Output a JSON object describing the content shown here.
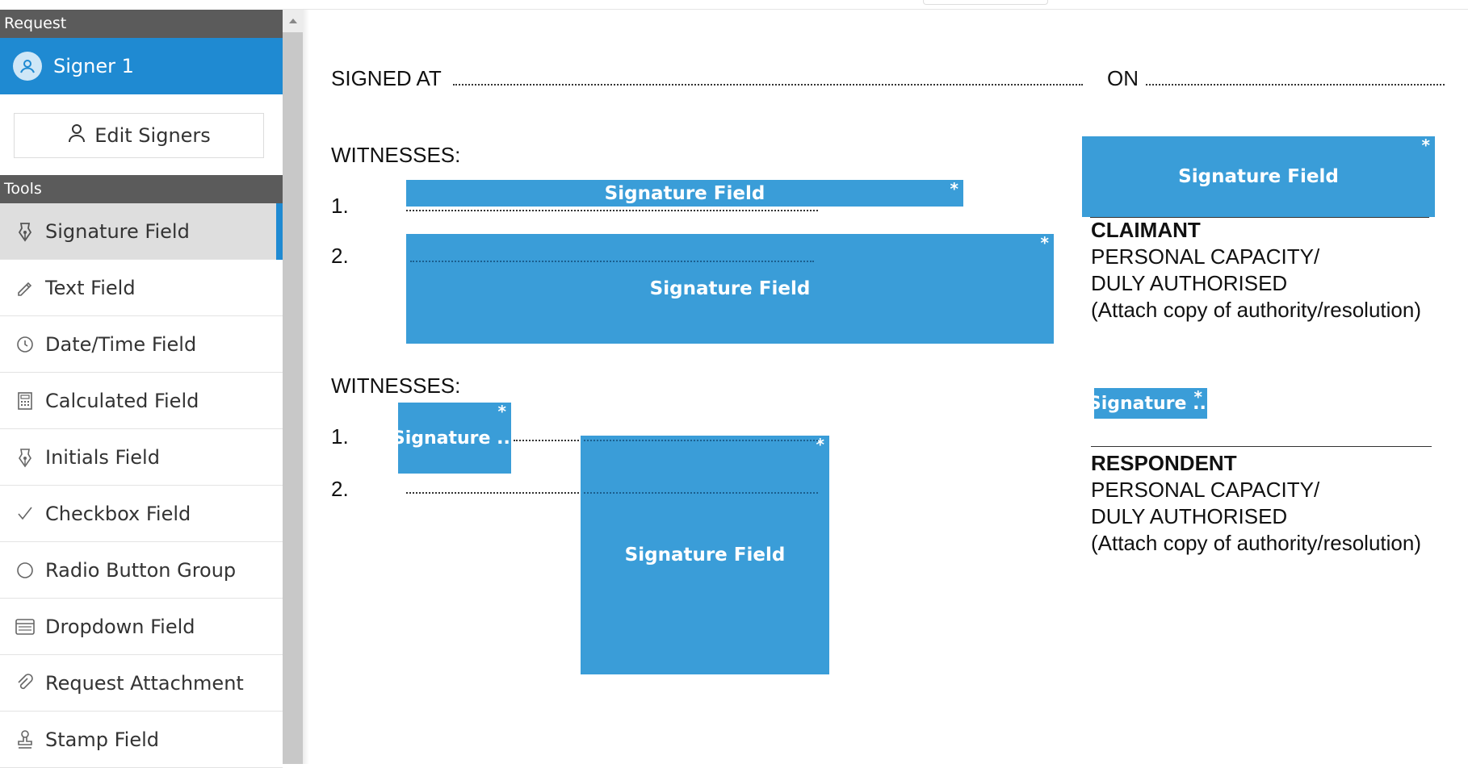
{
  "sidebar": {
    "request_header": "Request",
    "signer_label": "Signer 1",
    "edit_signers_label": "Edit Signers",
    "tools_header": "Tools",
    "tools": [
      {
        "label": "Signature Field",
        "icon": "pen-nib-icon",
        "active": true
      },
      {
        "label": "Text Field",
        "icon": "pencil-icon",
        "active": false
      },
      {
        "label": "Date/Time Field",
        "icon": "clock-icon",
        "active": false
      },
      {
        "label": "Calculated Field",
        "icon": "calculator-icon",
        "active": false
      },
      {
        "label": "Initials Field",
        "icon": "pen-nib-icon",
        "active": false
      },
      {
        "label": "Checkbox Field",
        "icon": "checkmark-icon",
        "active": false
      },
      {
        "label": "Radio Button Group",
        "icon": "radio-circle-icon",
        "active": false
      },
      {
        "label": "Dropdown Field",
        "icon": "dropdown-list-icon",
        "active": false
      },
      {
        "label": "Request Attachment",
        "icon": "paperclip-icon",
        "active": false
      },
      {
        "label": "Stamp Field",
        "icon": "stamp-icon",
        "active": false
      }
    ]
  },
  "colors": {
    "accent": "#1f8ad2",
    "field": "#3a9dd8",
    "header": "#5b5b5b"
  },
  "document": {
    "signed_at": "SIGNED AT",
    "on": "ON",
    "witnesses_1": "WITNESSES:",
    "witnesses_2": "WITNESSES:",
    "num_1a": "1.",
    "num_2a": "2.",
    "num_1b": "1.",
    "num_2b": "2.",
    "claimant": "CLAIMANT",
    "claimant_cap": "PERSONAL CAPACITY/",
    "claimant_auth": "DULY AUTHORISED",
    "claimant_attach": "(Attach copy of authority/resolution)",
    "respondent": "RESPONDENT",
    "respondent_cap": "PERSONAL CAPACITY/",
    "respondent_auth": "DULY AUTHORISED",
    "respondent_attach": "(Attach copy of authority/resolution)"
  },
  "fields": {
    "sig_witness1": "Signature Field",
    "sig_witness2": "Signature Field",
    "sig_claimant": "Signature Field",
    "sig_small_left": "Signature ...",
    "sig_small_right": "Signature ...",
    "sig_large_bottom": "Signature Field",
    "required_mark": "*"
  }
}
